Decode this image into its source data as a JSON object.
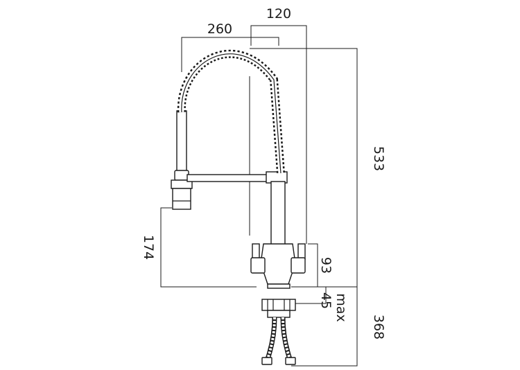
{
  "dimensions": {
    "d120": "120",
    "d260": "260",
    "d533": "533",
    "d174": "174",
    "d93": "93",
    "d45": "45",
    "dmax": "max",
    "d368": "368"
  }
}
